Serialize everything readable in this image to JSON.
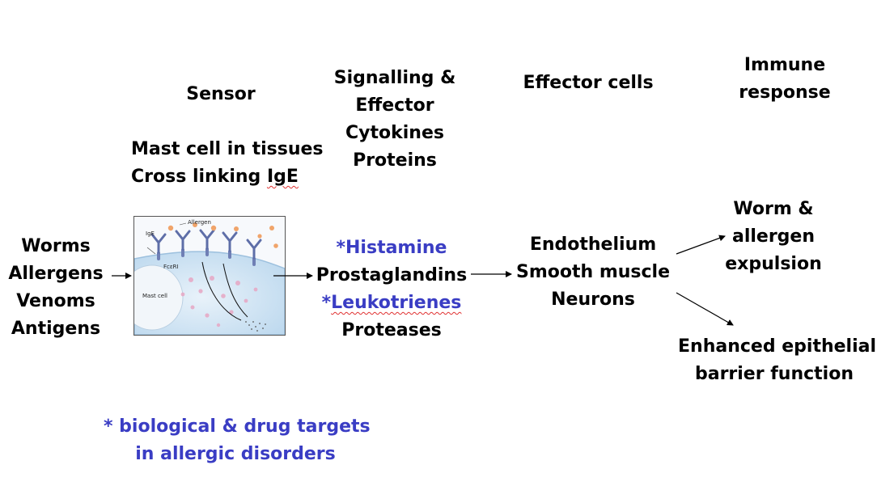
{
  "headers": {
    "sensor": "Sensor",
    "signalling": [
      "Signalling &",
      "Effector",
      "Cytokines",
      "Proteins"
    ],
    "effector": "Effector cells",
    "immune": [
      "Immune",
      "response"
    ]
  },
  "sensor_desc": [
    "Mast cell in tissues",
    "Cross linking ",
    "IgE"
  ],
  "inputs": [
    "Worms",
    "Allergens",
    "Venoms",
    "Antigens"
  ],
  "mediators": {
    "histamine": "*Histamine",
    "prostaglandins": "Prostaglandins",
    "leukotrienes_star": "*",
    "leukotrienes": "Leukotrienes",
    "proteases": "Proteases"
  },
  "effector_cells": [
    "Endothelium",
    "Smooth muscle",
    "Neurons"
  ],
  "responses": {
    "expulsion": [
      "Worm &",
      "allergen",
      "expulsion"
    ],
    "barrier": [
      "Enhanced epithelial",
      "barrier function"
    ]
  },
  "footnote": [
    "* biological & drug targets",
    "in allergic disorders"
  ],
  "figure": {
    "allergen": "Allergen",
    "ige": "IgE",
    "receptor": "FcεRI",
    "cell": "Mast cell"
  },
  "colors": {
    "blue": "#3a3dc4",
    "receptor": "#6f7fb5",
    "allergen": "#f0a46a",
    "cell": "#cfe3f3"
  }
}
